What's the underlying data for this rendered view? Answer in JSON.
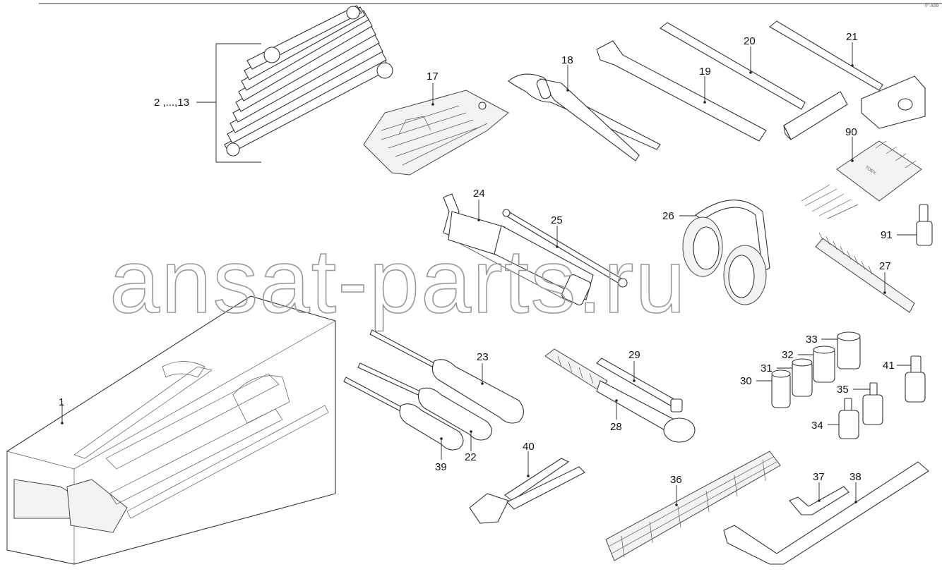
{
  "diagram": {
    "doc_code": "0°-AS9",
    "watermark": "ansat-parts.ru",
    "labels": {
      "l1": "1",
      "l2_13": "2 ,...,13",
      "l17": "17",
      "l18": "18",
      "l19": "19",
      "l20": "20",
      "l21": "21",
      "l90": "90",
      "l91": "91",
      "l24": "24",
      "l25": "25",
      "l26": "26",
      "l27": "27",
      "l23": "23",
      "l22": "22",
      "l39": "39",
      "l40": "40",
      "l29": "29",
      "l28": "28",
      "l33": "33",
      "l32": "32",
      "l31": "31",
      "l30": "30",
      "l41": "41",
      "l35": "35",
      "l34": "34",
      "l36": "36",
      "l37": "37",
      "l38": "38"
    },
    "torx_text": "TORX"
  }
}
